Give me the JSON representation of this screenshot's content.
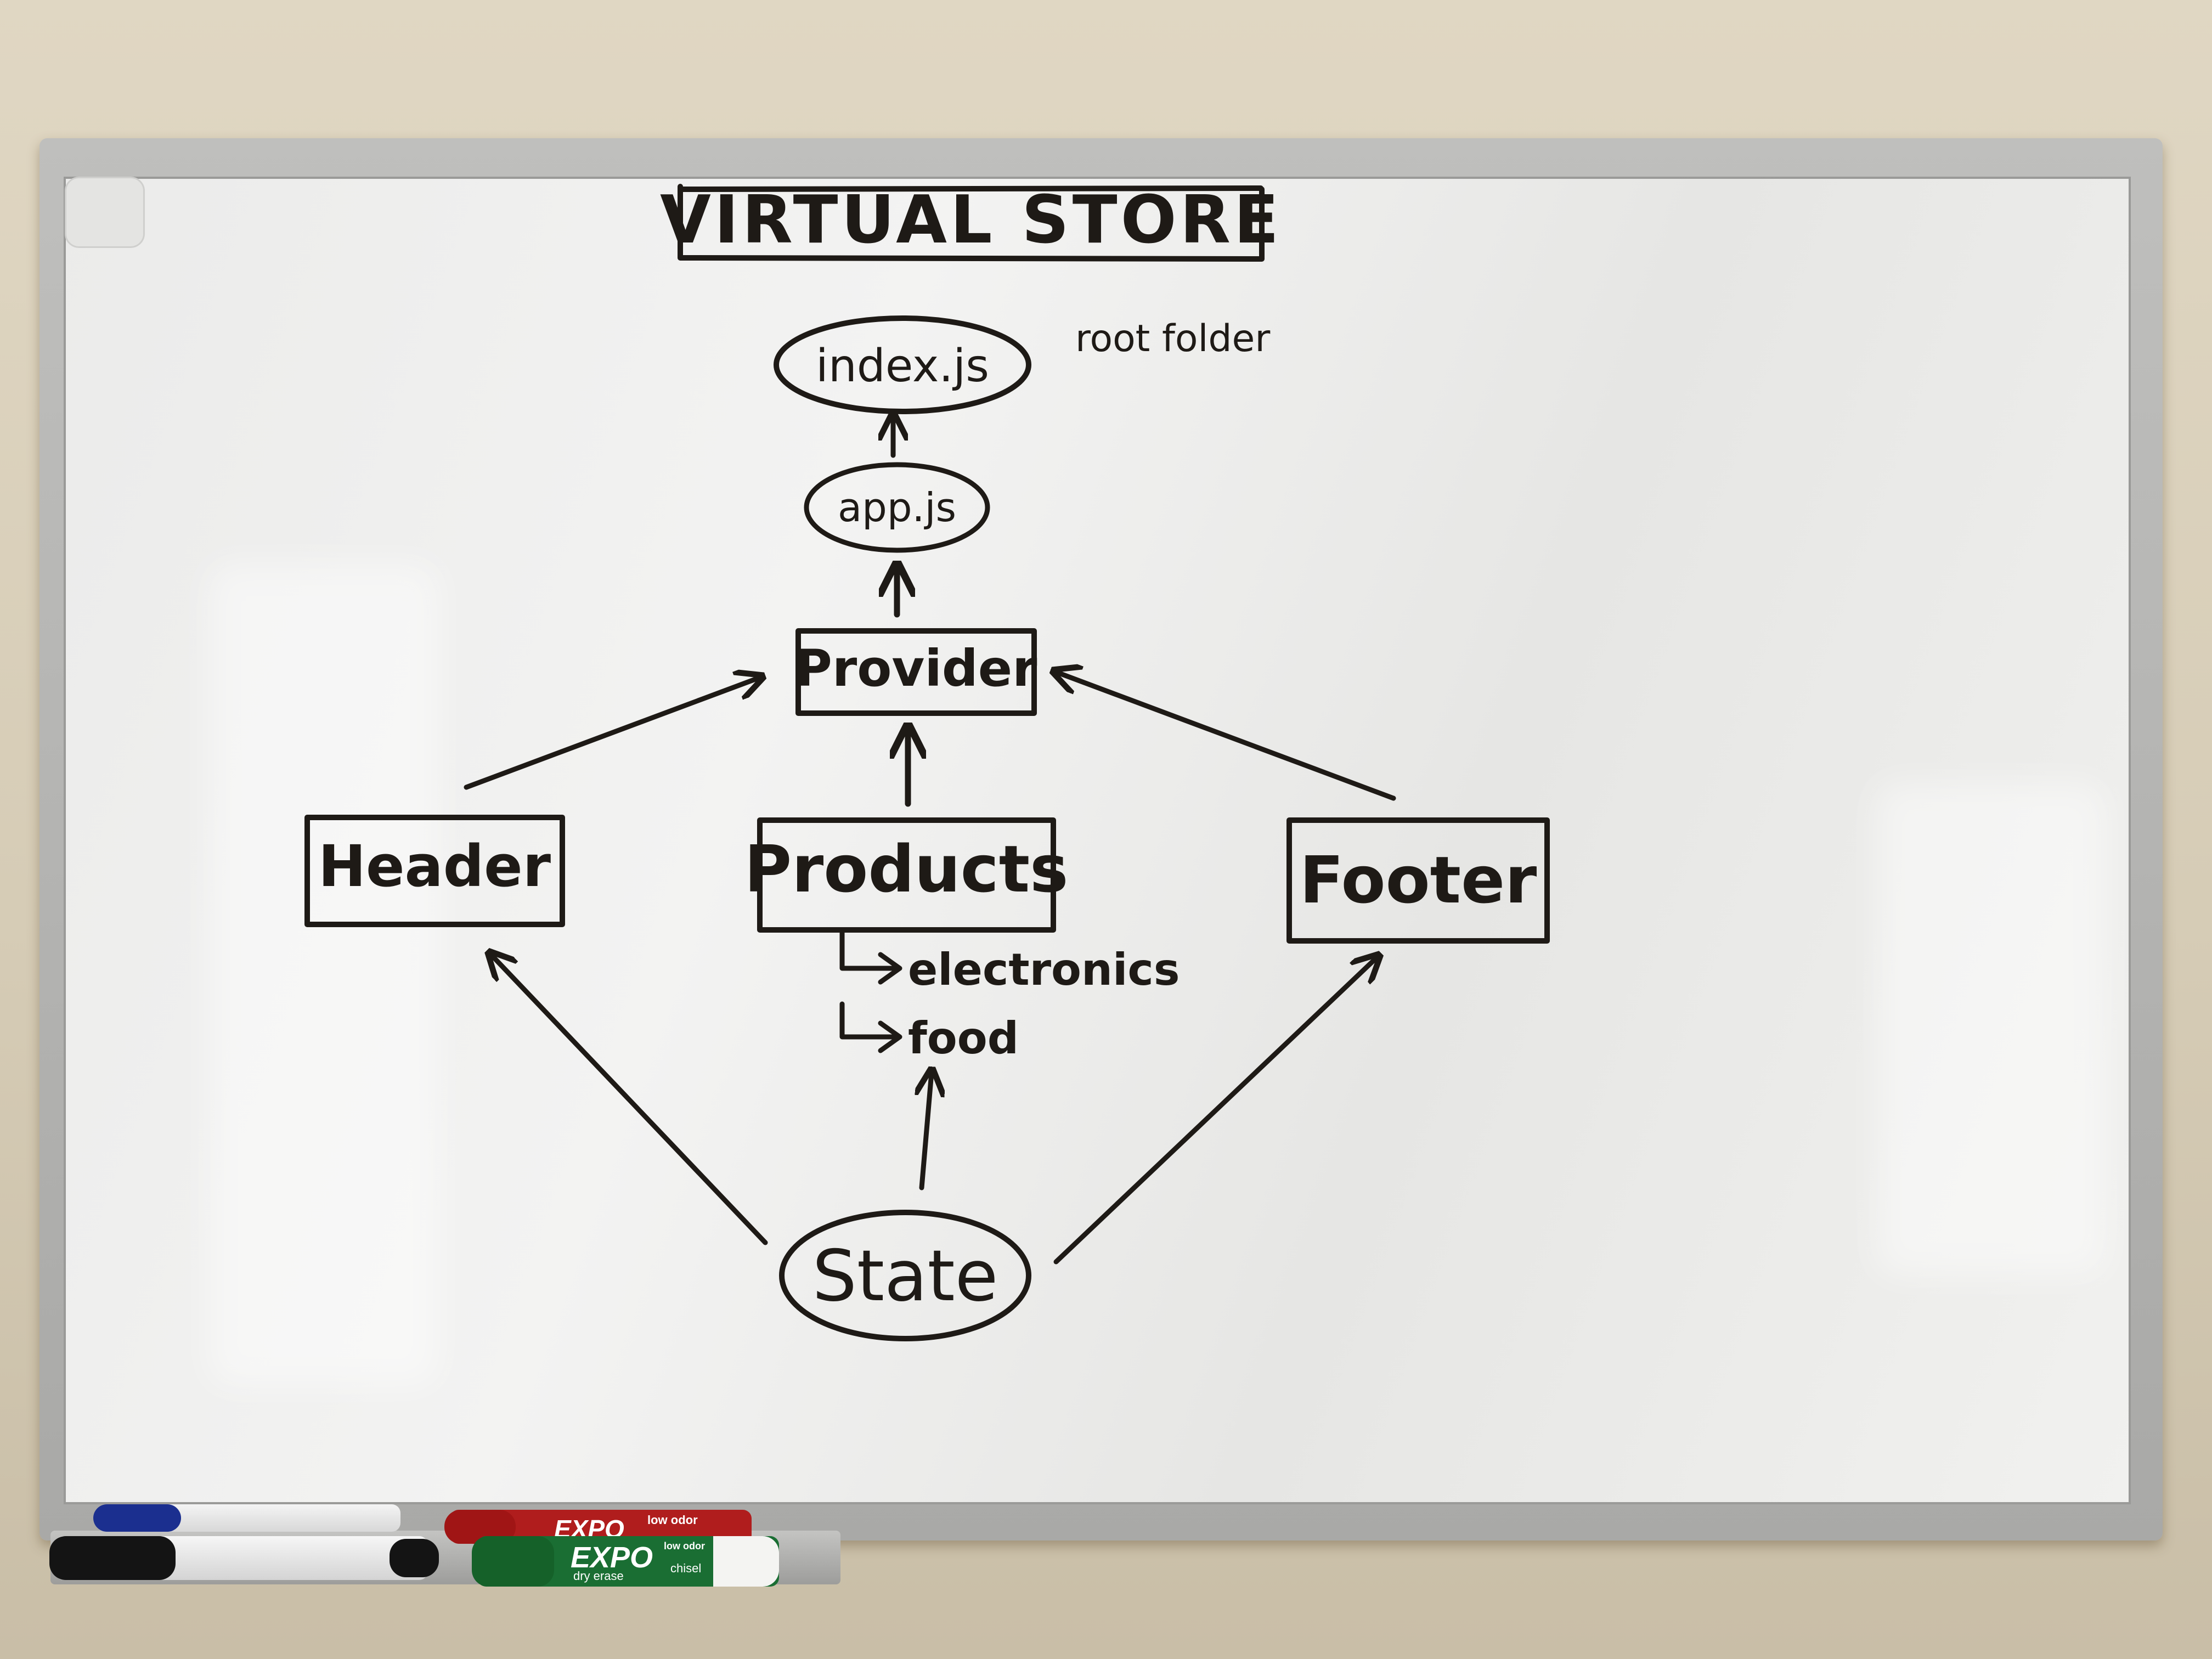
{
  "title": "VIRTUAL STORE",
  "nodes": {
    "index": "index.js",
    "app": "app.js",
    "provider": "Provider",
    "header": "Header",
    "products": "Products",
    "footer": "Footer",
    "state": "State"
  },
  "annotations": {
    "root_folder": "root folder",
    "electronics": "electronics",
    "food": "food"
  },
  "markers": {
    "green_brand": "EXPO",
    "green_sub": "dry erase",
    "green_tag": "chisel",
    "green_badge": "low odor",
    "red_brand": "EXPO",
    "red_badge": "low odor"
  },
  "colors": {
    "ink": "#1e1a16",
    "board": "#efefed",
    "frame": "#b3b3b1",
    "wall": "#d7cdb7"
  }
}
